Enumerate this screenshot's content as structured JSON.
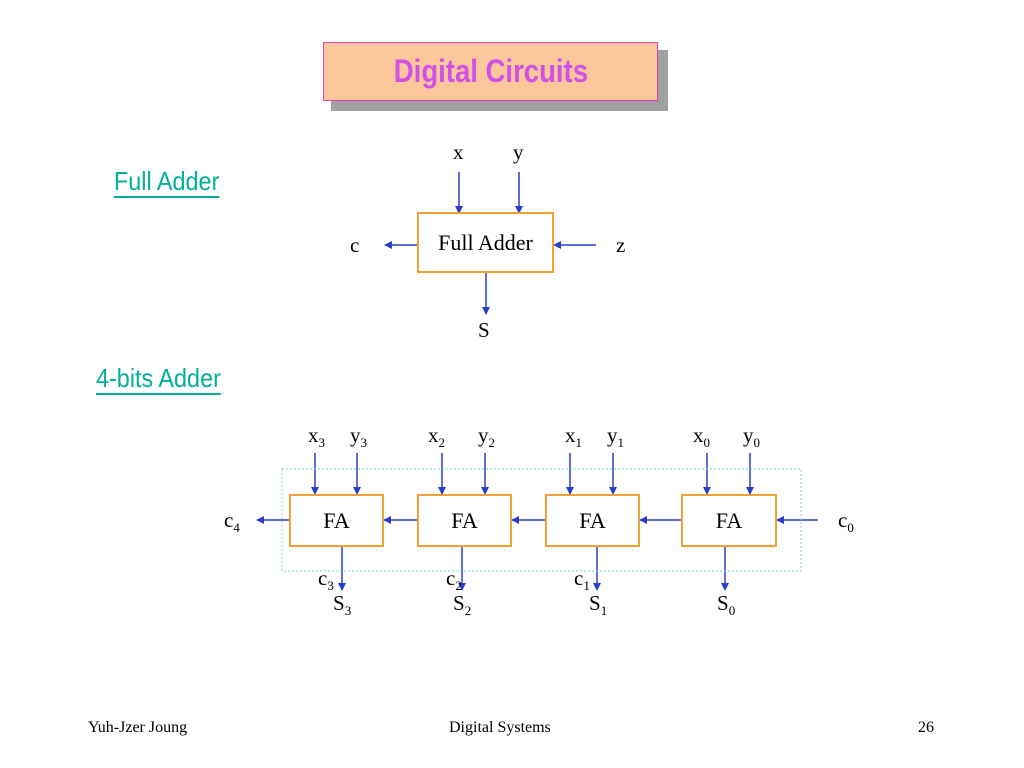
{
  "title": "Digital Circuits",
  "sections": {
    "full_adder": "Full Adder",
    "four_bit": "4-bits Adder"
  },
  "full_adder": {
    "box_label": "Full Adder",
    "in_x": "x",
    "in_y": "y",
    "carry_out": "c",
    "carry_in": "z",
    "sum": "S"
  },
  "four_bit": {
    "block_label": "FA",
    "inputs": [
      {
        "x": "x",
        "x_sub": "3",
        "y": "y",
        "y_sub": "3"
      },
      {
        "x": "x",
        "x_sub": "2",
        "y": "y",
        "y_sub": "2"
      },
      {
        "x": "x",
        "x_sub": "1",
        "y": "y",
        "y_sub": "1"
      },
      {
        "x": "x",
        "x_sub": "0",
        "y": "y",
        "y_sub": "0"
      }
    ],
    "carry_out": {
      "name": "c",
      "sub": "4"
    },
    "carry_in": {
      "name": "c",
      "sub": "0"
    },
    "carries": [
      {
        "name": "c",
        "sub": "3"
      },
      {
        "name": "c",
        "sub": "2"
      },
      {
        "name": "c",
        "sub": "1"
      }
    ],
    "sums": [
      {
        "name": "S",
        "sub": "3"
      },
      {
        "name": "S",
        "sub": "2"
      },
      {
        "name": "S",
        "sub": "1"
      },
      {
        "name": "S",
        "sub": "0"
      }
    ]
  },
  "footer": {
    "author": "Yuh-Jzer Joung",
    "course": "Digital Systems",
    "page": "26"
  },
  "colors": {
    "arrow": "#2a3fc8",
    "box_border": "#f3a030",
    "section_text": "#00b09a",
    "title_text": "#d050e8",
    "title_bg": "#fcc89b"
  }
}
